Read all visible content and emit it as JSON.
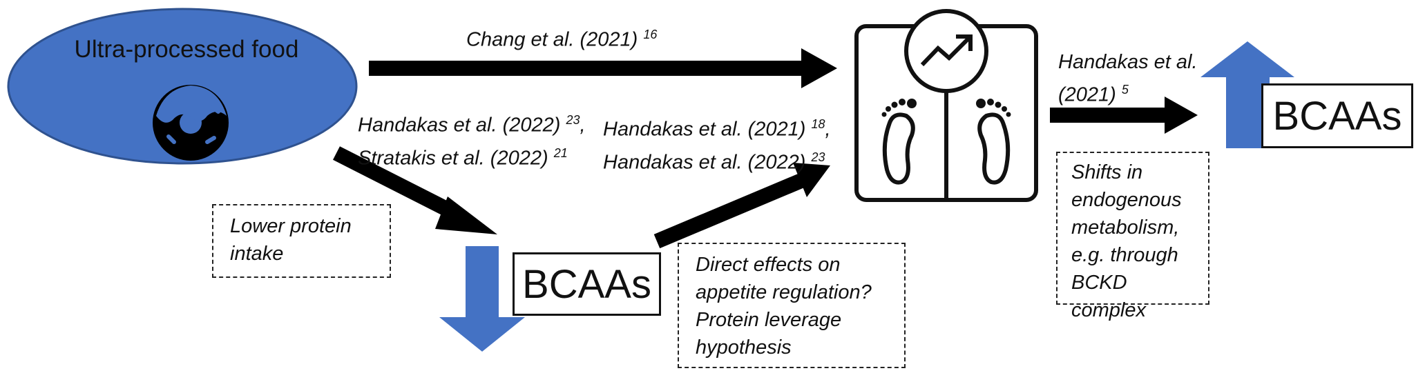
{
  "nodes": {
    "food": {
      "label": "Ultra-processed food",
      "icon": "donut-icon"
    },
    "scale": {
      "icon": "weighing-scale-icon",
      "sub_icon": "trend-up-icon"
    },
    "bcaa_low": {
      "label": "BCAAs",
      "direction": "down"
    },
    "bcaa_high": {
      "label": "BCAAs",
      "direction": "up"
    }
  },
  "edges": {
    "food_to_scale": {
      "authors": "Chang et al. (2021)",
      "ref": "16"
    },
    "food_to_bcaa": {
      "line1_authors": "Handakas et al. (2022)",
      "line1_ref": "23",
      "line1_tail": ",",
      "line2_authors": "Stratakis et al. (2022)",
      "line2_ref": "21"
    },
    "bcaa_to_scale": {
      "line1_authors": "Handakas et al. (2021)",
      "line1_ref": "18",
      "line1_tail": ",",
      "line2_authors": "Handakas et al. (2022)",
      "line2_ref": "23"
    },
    "scale_to_bcaa": {
      "line1": "Handakas et al.",
      "line2_authors": "(2021)",
      "line2_ref": "5"
    }
  },
  "notes": {
    "protein": {
      "line1": "Lower protein",
      "line2": "intake"
    },
    "appetite": {
      "line1": "Direct effects on",
      "line2": "appetite regulation?",
      "line3": "Protein leverage",
      "line4": "hypothesis"
    },
    "metabolism": {
      "line1": "Shifts in",
      "line2": "endogenous",
      "line3": "metabolism,",
      "line4": "e.g. through",
      "line5": "BCKD complex"
    }
  },
  "colors": {
    "food_fill": "#4472C4",
    "arrow_blue": "#4472C4",
    "arrow_black": "#000000"
  }
}
